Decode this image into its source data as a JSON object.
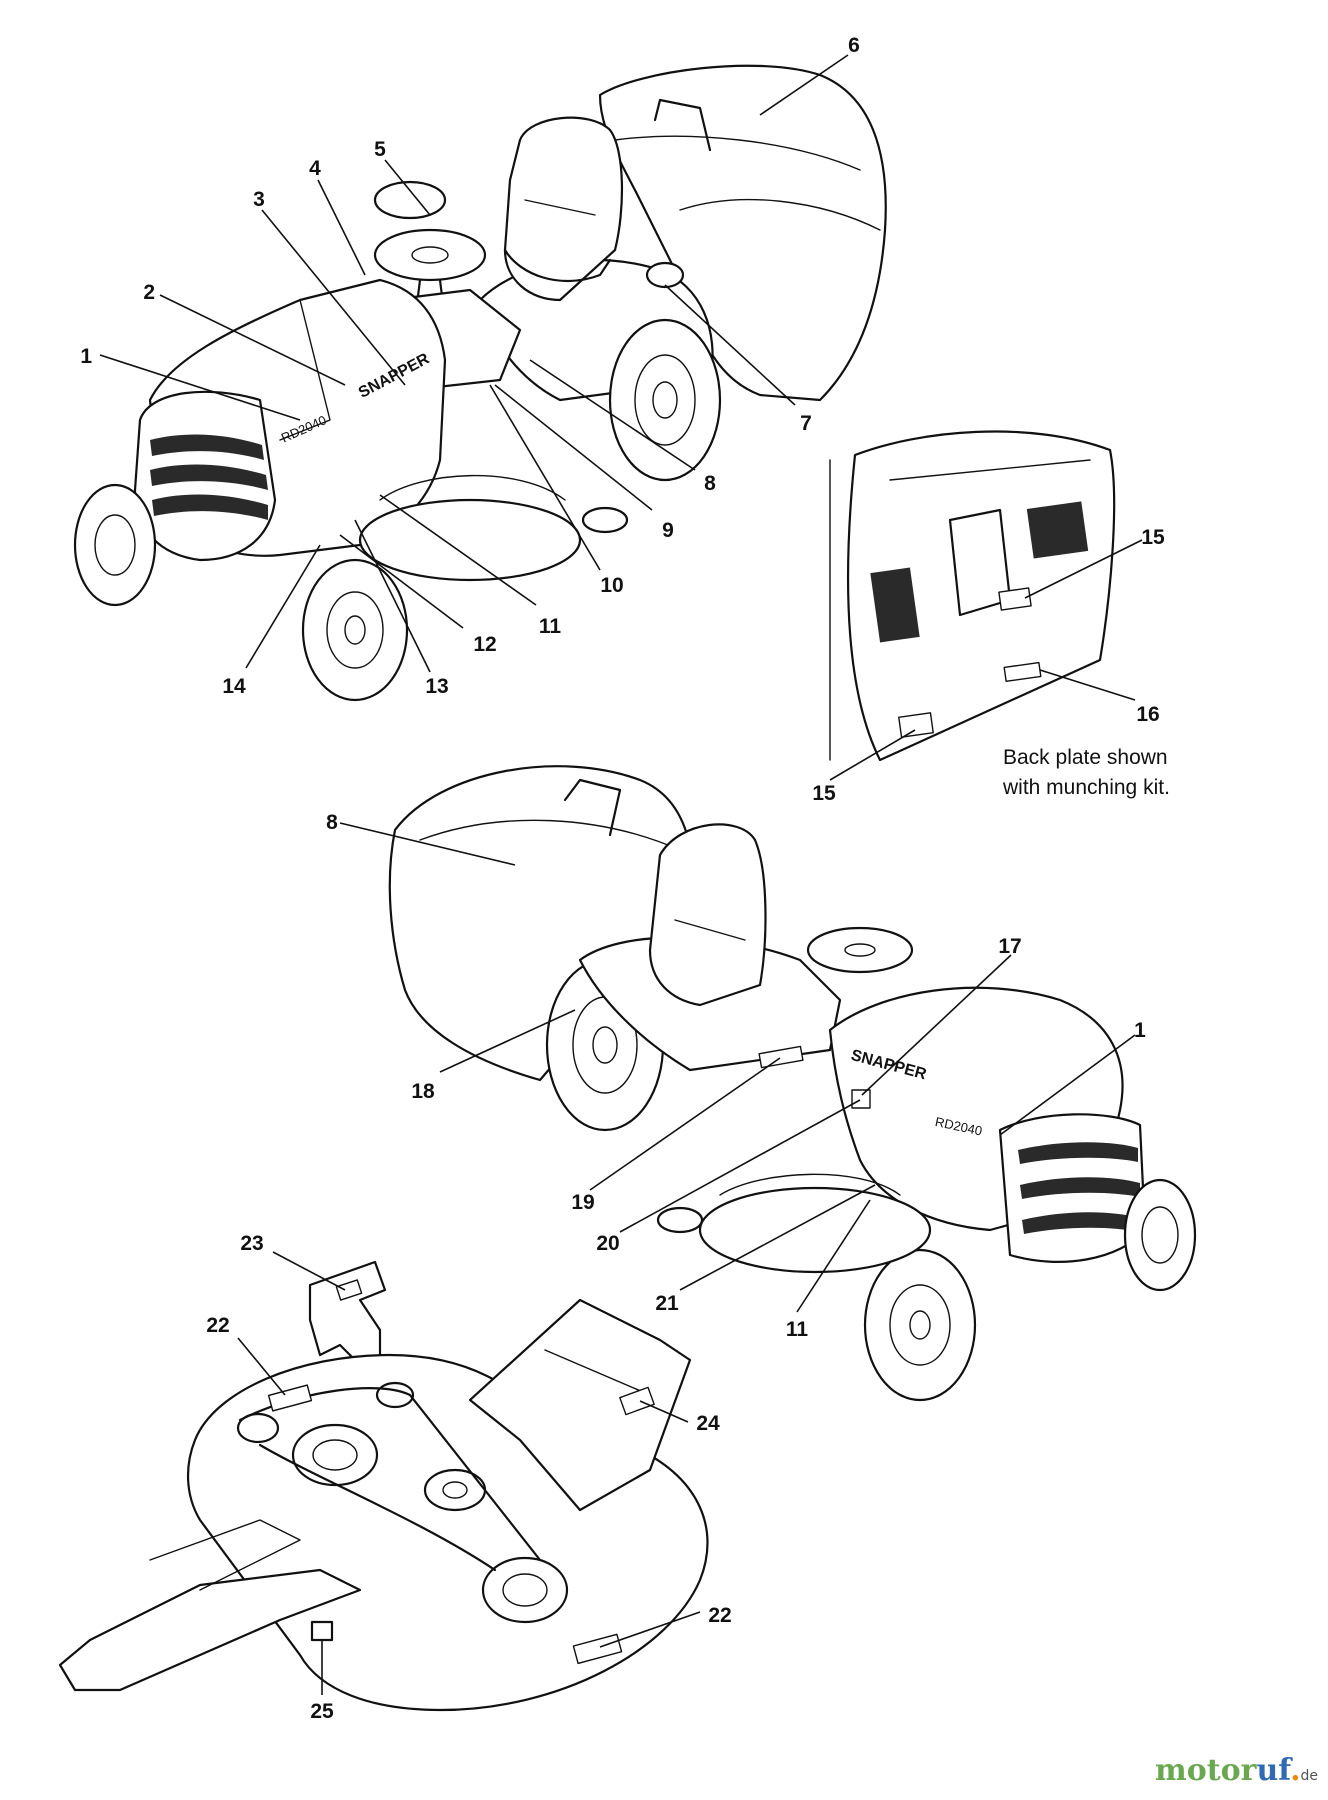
{
  "callouts": {
    "c1": "1",
    "c2": "2",
    "c3": "3",
    "c4": "4",
    "c5": "5",
    "c6": "6",
    "c7": "7",
    "c8": "8",
    "c9": "9",
    "c10": "10",
    "c11": "11",
    "c12": "12",
    "c13": "13",
    "c14": "14",
    "c15a": "15",
    "c15b": "15",
    "c16": "16",
    "c8b": "8",
    "c17": "17",
    "c1b": "1",
    "c18": "18",
    "c19": "19",
    "c20": "20",
    "c21": "21",
    "c11b": "11",
    "c23": "23",
    "c22a": "22",
    "c24": "24",
    "c22b": "22",
    "c25": "25"
  },
  "decals": {
    "brand": "SNAPPER",
    "model": "RD2040"
  },
  "back_plate_note": {
    "line1": "Back plate shown",
    "line2": "with munching kit."
  },
  "watermark": {
    "name_1": "motor",
    "name_2": "uf",
    "dot": ".",
    "tld": "de"
  }
}
